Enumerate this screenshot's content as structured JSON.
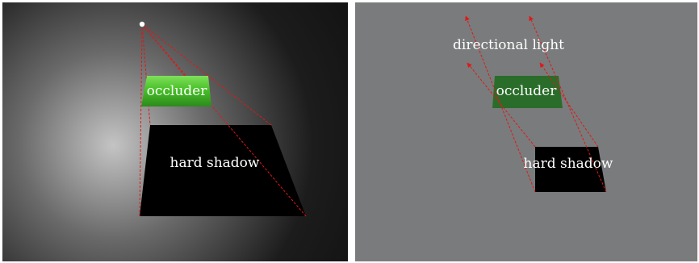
{
  "panels": {
    "point_light": {
      "occluder_label": "occluder",
      "shadow_label": "hard shadow"
    },
    "directional_light": {
      "light_label": "directional light",
      "occluder_label": "occluder",
      "shadow_label": "hard shadow"
    }
  },
  "colors": {
    "ray": "#e01818",
    "occluder_left": "#48c028",
    "occluder_right": "#2a6d2a",
    "shadow": "#000000",
    "right_background": "#7a7b7c",
    "light_point": "#ffffff"
  }
}
